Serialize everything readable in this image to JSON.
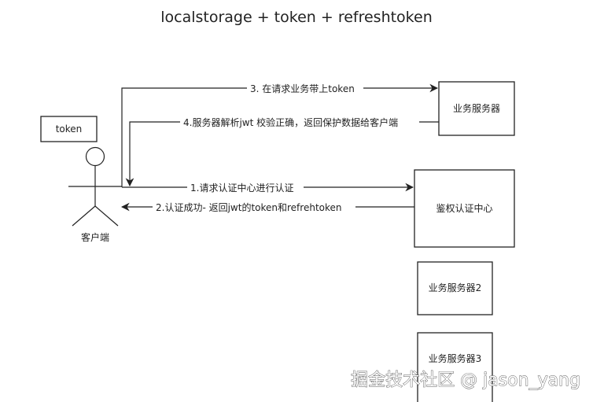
{
  "title": "localstorage + token + refreshtoken",
  "token_label": "token",
  "actor_label": "客户端",
  "boxes": {
    "business_server": "业务服务器",
    "auth_center": "鉴权认证中心",
    "business_server_2": "业务服务器2",
    "business_server_3": "业务服务器3"
  },
  "arrows": {
    "step1": "1.请求认证中心进行认证",
    "step2": "2.认证成功- 返回jwt的token和refrehtoken",
    "step3": "3. 在请求业务带上token",
    "step4": "4.服务器解析jwt 校验正确，返回保护数据给客户端"
  },
  "watermark": "掘金技术社区 @ jason_yang",
  "colors": {
    "stroke": "#222222",
    "background": "#ffffff"
  }
}
